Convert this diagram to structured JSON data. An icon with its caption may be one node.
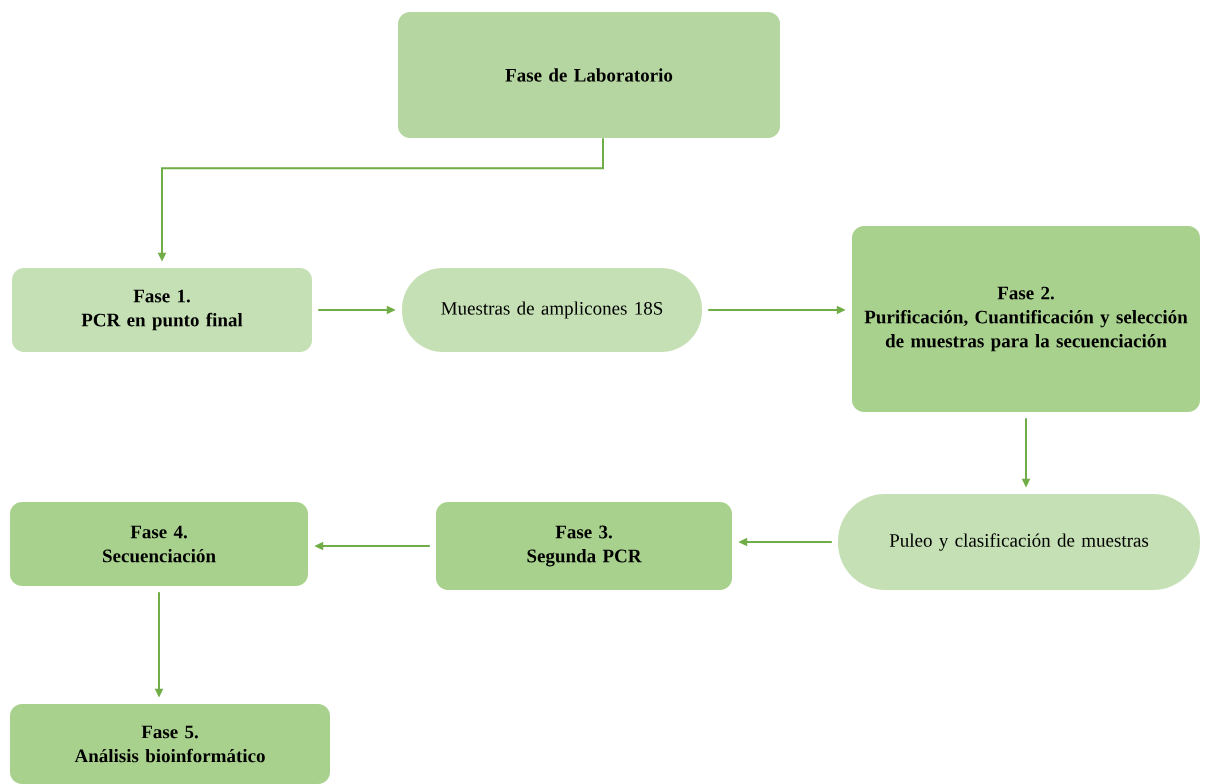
{
  "diagram": {
    "nodes": [
      {
        "text": [
          "Fase de Laboratorio"
        ]
      },
      {
        "text": [
          "Fase 1.",
          "PCR en punto final"
        ]
      },
      {
        "text": [
          "Muestras de amplicones 18S"
        ]
      },
      {
        "text": [
          "Fase 2.",
          "Purificación, Cuantificación y selección de muestras para la secuenciación"
        ]
      },
      {
        "text": [
          "Puleo y clasificación de muestras"
        ]
      },
      {
        "text": [
          "Fase 3.",
          "Segunda PCR"
        ]
      },
      {
        "text": [
          "Fase 4.",
          "Secuenciación"
        ]
      },
      {
        "text": [
          "Fase 5.",
          "Análisis bioinformático"
        ]
      }
    ],
    "edges": [
      {
        "from": 0,
        "to": 1,
        "arrow": "to"
      },
      {
        "from": 1,
        "to": 2,
        "arrow": "to"
      },
      {
        "from": 2,
        "to": 3,
        "arrow": "to"
      },
      {
        "from": 3,
        "to": 4,
        "arrow": "to"
      },
      {
        "from": 4,
        "to": 5,
        "arrow": "to"
      },
      {
        "from": 5,
        "to": 6,
        "arrow": "to"
      },
      {
        "from": 6,
        "to": 7,
        "arrow": "to"
      }
    ]
  }
}
